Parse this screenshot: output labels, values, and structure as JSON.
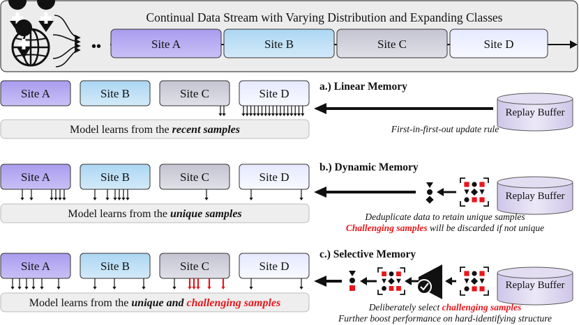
{
  "stream": {
    "title": "Continual Data Stream with Varying Distribution and Expanding Classes",
    "ellipsis": "••",
    "sites": [
      "Site A",
      "Site B",
      "Site C",
      "Site D"
    ]
  },
  "sections": [
    {
      "heading": "a.) Linear Memory",
      "sites": [
        "Site A",
        "Site B",
        "Site C",
        "Site D"
      ],
      "model_prefix": "Model learns from the ",
      "model_emph": "recent samples",
      "model_emph_red": "",
      "buffer": "Replay Buffer",
      "note1_plain": "First-in-first-out update rule",
      "note2_red": "",
      "note2_plain": ""
    },
    {
      "heading": "b.) Dynamic Memory",
      "sites": [
        "Site A",
        "Site B",
        "Site C",
        "Site D"
      ],
      "model_prefix": "Model learns from the ",
      "model_emph": "unique samples",
      "model_emph_red": "",
      "buffer": "Replay Buffer",
      "note1_plain": "Deduplicate data to retain unique samples",
      "note2_red": "Challenging samples",
      "note2_plain": " will be discarded if not unique"
    },
    {
      "heading": "c.) Selective Memory",
      "sites": [
        "Site A",
        "Site B",
        "Site C",
        "Site D"
      ],
      "model_prefix": "Model learns from the ",
      "model_emph": "unique and ",
      "model_emph_red": "challenging samples",
      "buffer": "Replay Buffer",
      "note1_plain": "Deliberately select ",
      "note1_red": "challenging samples",
      "note2_red": "",
      "note2_plain": "Further boost performance on hard-identifying structure"
    }
  ],
  "icons": {
    "hospital_globe": "globe-with-medical-crosses-icon",
    "filter": "funnel-filter-icon",
    "sample_cluster": "sample-cluster-icon"
  },
  "colors": {
    "site_a": "#b9aef0",
    "site_b": "#bfe0f5",
    "site_c": "#d3d3df",
    "site_d": "#eef0ff",
    "challenging": "#e8161b",
    "bar_bg": "#eeeeee",
    "buffer_fill": "#dcd4ee"
  }
}
